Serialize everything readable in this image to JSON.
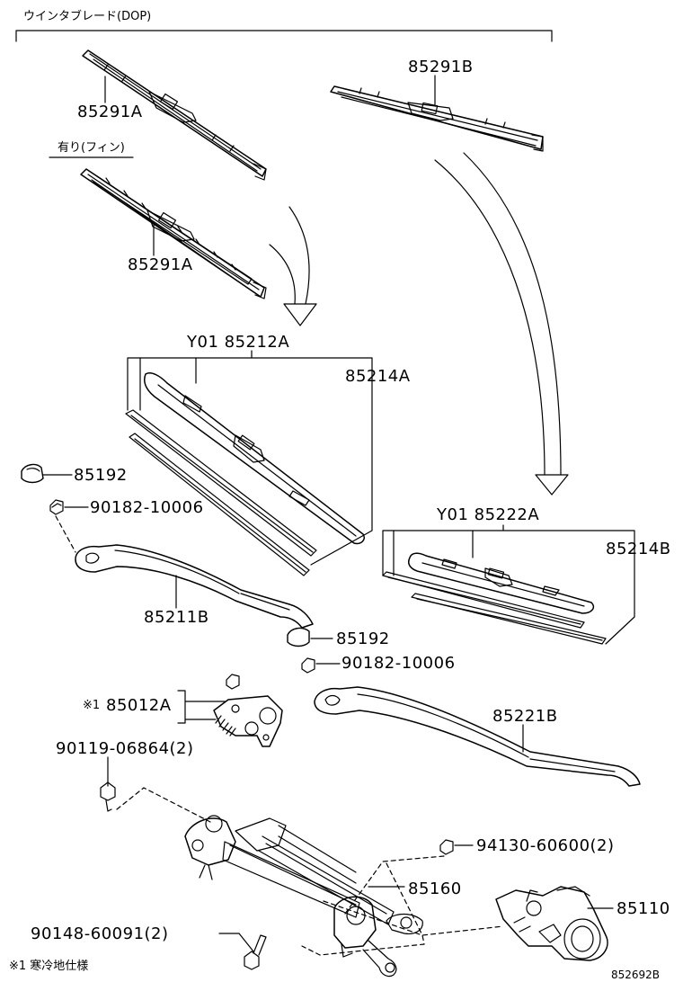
{
  "header": {
    "group_label": "ウインタブレード(DOP)",
    "fin_label": "有り(フィン)"
  },
  "parts": {
    "blade_a_top": "85291A",
    "blade_b_top": "85291B",
    "blade_a_fin": "85291A",
    "blade_assy_front": "Y01 85212A",
    "rubber_front": "85214A",
    "cap_1": "85192",
    "nut_1": "90182-10006",
    "arm_front": "85211B",
    "blade_assy_rear": "Y01 85222A",
    "rubber_rear": "85214B",
    "cap_2": "85192",
    "nut_2": "90182-10006",
    "bracket_marker": "※1",
    "bracket": "85012A",
    "arm_rear": "85221B",
    "bolt_1": "90119-06864(2)",
    "nut_3": "94130-60600(2)",
    "link": "85160",
    "motor": "85110",
    "bolt_2": "90148-60091(2)"
  },
  "footer": {
    "note": "※1 寒冷地仕様",
    "diagram_id": "852692B"
  }
}
